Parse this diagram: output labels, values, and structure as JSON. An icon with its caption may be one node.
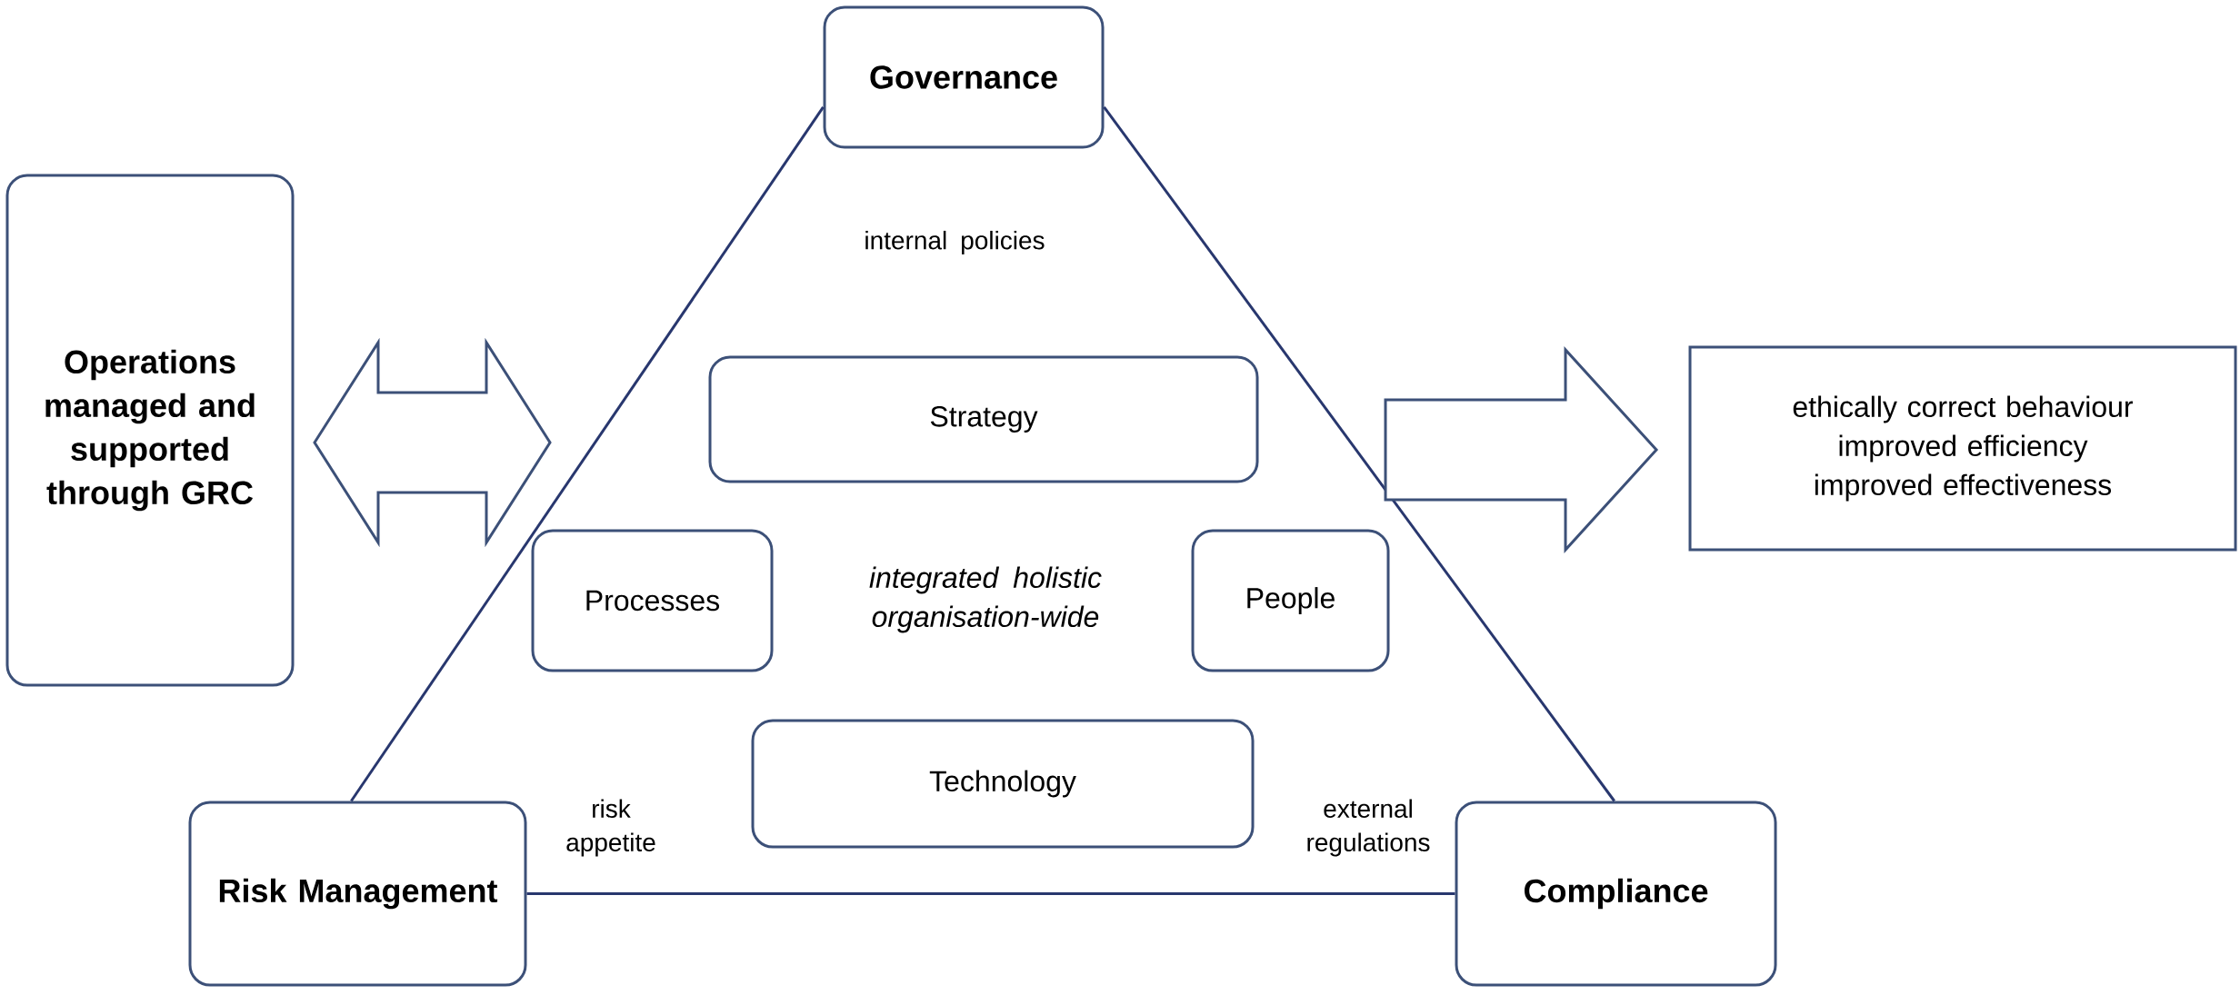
{
  "diagram": {
    "nodes": [
      {
        "text": [
          "Governance"
        ]
      },
      {
        "text": [
          "Operations managed and supported through GRC"
        ]
      },
      {
        "text": [
          "Strategy"
        ]
      },
      {
        "text": [
          "ethically correct behaviour",
          "improved efficiency",
          "improved effectiveness"
        ]
      },
      {
        "text": [
          "Processes"
        ]
      },
      {
        "text": [
          "People"
        ]
      },
      {
        "text": [
          "Technology"
        ]
      },
      {
        "text": [
          "Risk Management"
        ]
      },
      {
        "text": [
          "Compliance"
        ]
      }
    ],
    "edges": [
      {
        "from": 0,
        "to": 7,
        "arrow": "none"
      },
      {
        "from": 0,
        "to": 8,
        "arrow": "none"
      },
      {
        "from": 7,
        "to": 8,
        "arrow": "none"
      },
      {
        "from": 1,
        "to": null,
        "arrow": "both"
      },
      {
        "from": null,
        "to": 3,
        "arrow": "to"
      }
    ],
    "labels": [
      "internal policies",
      "integrated holistic organisation-wide",
      "risk appetite",
      "external regulations"
    ]
  }
}
